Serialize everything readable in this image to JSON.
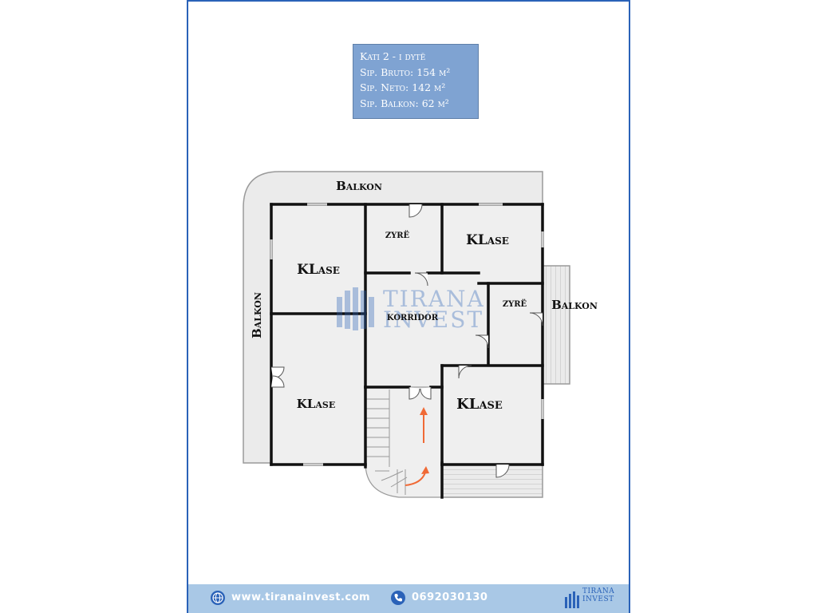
{
  "info": {
    "floor": "Kati 2  - i dytë",
    "gross": "Sip. Bruto: 154 m²",
    "net": "Sip. Neto:   142 m²",
    "balcony": "Sip. Balkon: 62 m²"
  },
  "labels": {
    "balkon_top": "Balkon",
    "balkon_left": "Balkon",
    "balkon_right": "Balkon",
    "klase_1": "KLase",
    "klase_2": "KLase",
    "klase_3": "KLase",
    "klase_4": "KLase",
    "zyre_1": "zyrë",
    "zyre_2": "zyrë",
    "korridor": "korridor"
  },
  "watermark": {
    "line1": "TIRANA",
    "line2": "INVEST"
  },
  "footer": {
    "website": "www.tiranainvest.com",
    "phone": "0692030130",
    "brand_line1": "TIRANA",
    "brand_line2": "INVEST"
  },
  "colors": {
    "accent": "#2a62b8",
    "info_box": "#7fa3d2",
    "footer": "#a9c8e6",
    "arrow": "#f06a36"
  },
  "icons": [
    "globe-icon",
    "phone-icon",
    "tirana-invest-logo"
  ]
}
